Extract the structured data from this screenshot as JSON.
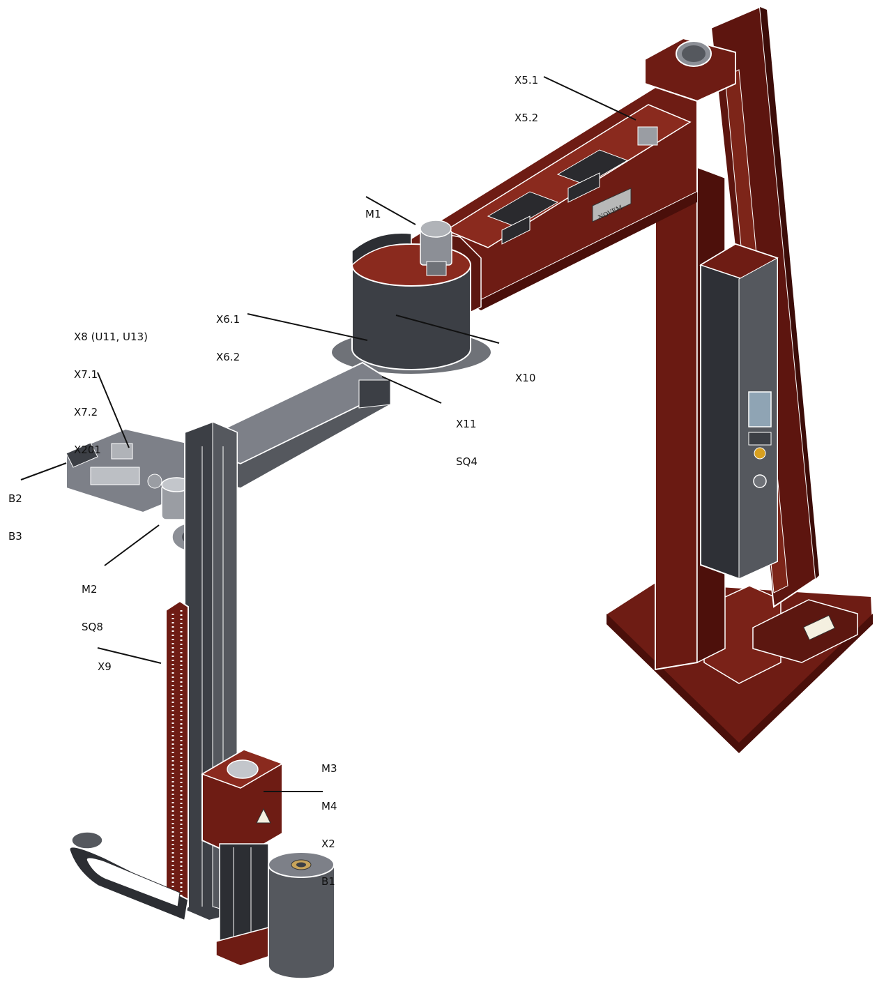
{
  "colors": {
    "frame_red": "#6e1c14",
    "frame_red_dark": "#4a0f0a",
    "frame_red_light": "#8a2a1e",
    "arm_grey": "#55585e",
    "arm_grey_light": "#7d8088",
    "panel_dark": "#2e3036",
    "leader_line": "#111111"
  },
  "callouts": {
    "x5": [
      "X5.1",
      "X5.2"
    ],
    "m1": [
      "M1"
    ],
    "x6": [
      "X6.1",
      "X6.2"
    ],
    "x10": [
      "X10"
    ],
    "x11": [
      "X11",
      "SQ4"
    ],
    "x8": [
      "X8 (U11, U13)",
      "X7.1",
      "X7.2",
      "X201"
    ],
    "b2": [
      "B2",
      "B3"
    ],
    "m2": [
      "M2",
      "SQ8"
    ],
    "x9": [
      "X9"
    ],
    "m3": [
      "M3",
      "M4",
      "X2",
      "B1"
    ]
  },
  "nameplate": "NOVEM"
}
